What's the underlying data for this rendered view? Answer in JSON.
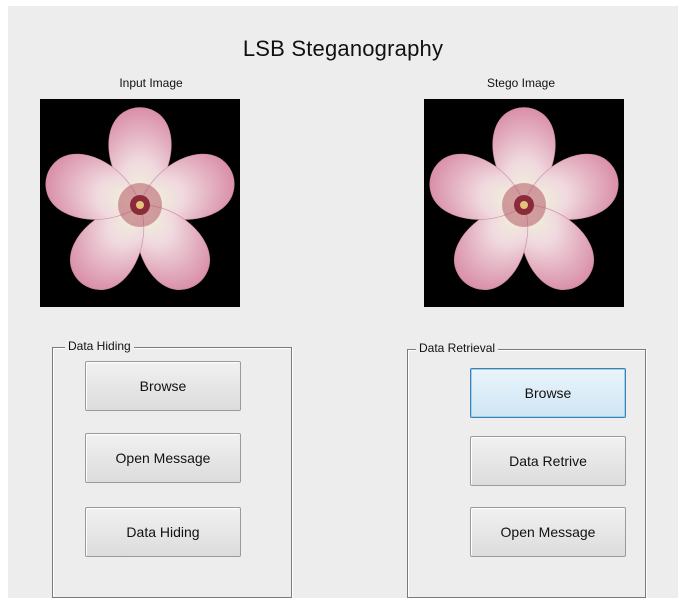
{
  "window": {
    "title": "LSB Steganography"
  },
  "input_image": {
    "label": "Input Image"
  },
  "stego_image": {
    "label": "Stego Image"
  },
  "data_hiding": {
    "title": "Data Hiding",
    "buttons": [
      "Browse",
      "Open Message",
      "Data Hiding"
    ]
  },
  "data_retrieval": {
    "title": "Data Retrieval",
    "buttons": [
      "Browse",
      "Data Retrive",
      "Open Message"
    ],
    "focused_button": "Browse"
  },
  "colors": {
    "background": "#ededed",
    "button_focus_border": "#3c7fb1",
    "button_focus_fill": "#d9ecf8",
    "petal": "#e9b6c6",
    "petal_center": "#f1f3d8",
    "flower_center": "#8a2a3b"
  },
  "icons": {
    "flower": "flower-image"
  }
}
